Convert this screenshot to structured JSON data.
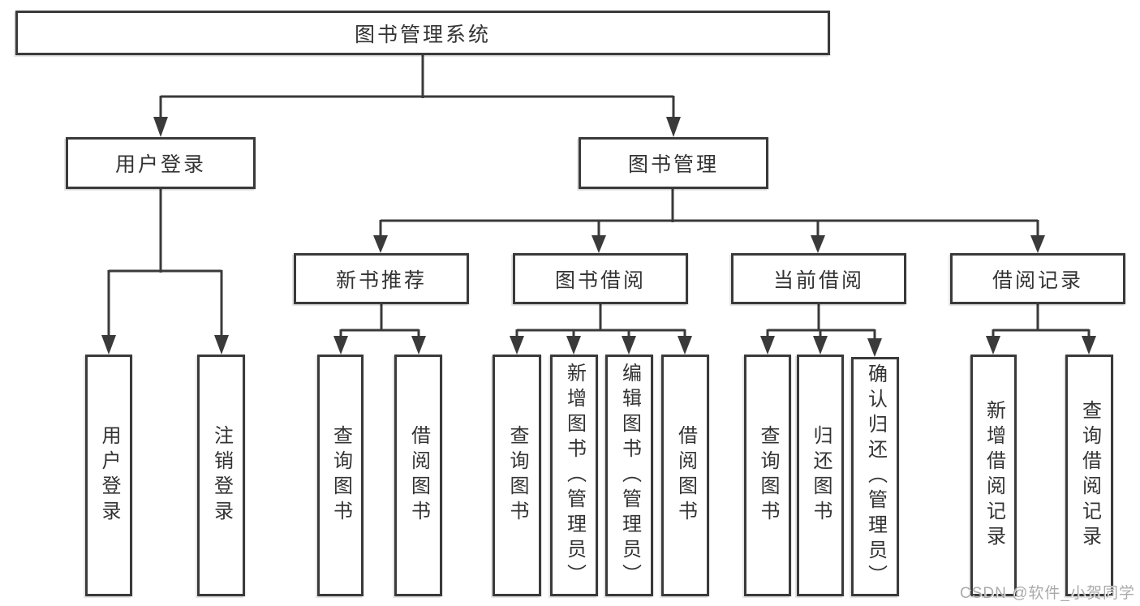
{
  "tree": {
    "root": {
      "label": "图书管理系统"
    },
    "branches": [
      {
        "label": "用户登录",
        "children": [
          {
            "label": "用户登录"
          },
          {
            "label": "注销登录"
          }
        ]
      },
      {
        "label": "图书管理",
        "children": [
          {
            "label": "新书推荐",
            "children": [
              {
                "label": "查询图书"
              },
              {
                "label": "借阅图书"
              }
            ]
          },
          {
            "label": "图书借阅",
            "children": [
              {
                "label": "查询图书"
              },
              {
                "label": "新增图书（管理员）"
              },
              {
                "label": "编辑图书（管理员）"
              },
              {
                "label": "借阅图书"
              }
            ]
          },
          {
            "label": "当前借阅",
            "children": [
              {
                "label": "查询图书"
              },
              {
                "label": "归还图书"
              },
              {
                "label": "确认归还（管理员）"
              }
            ]
          },
          {
            "label": "借阅记录",
            "children": [
              {
                "label": "新增借阅记录"
              },
              {
                "label": "查询借阅记录"
              }
            ]
          }
        ]
      }
    ]
  },
  "watermark": {
    "text": "CSDN @软件_小贺同学"
  },
  "colors": {
    "line": "#3a3a3a",
    "text": "#333333",
    "background": "#ffffff",
    "watermark": "#aaaaaa"
  }
}
